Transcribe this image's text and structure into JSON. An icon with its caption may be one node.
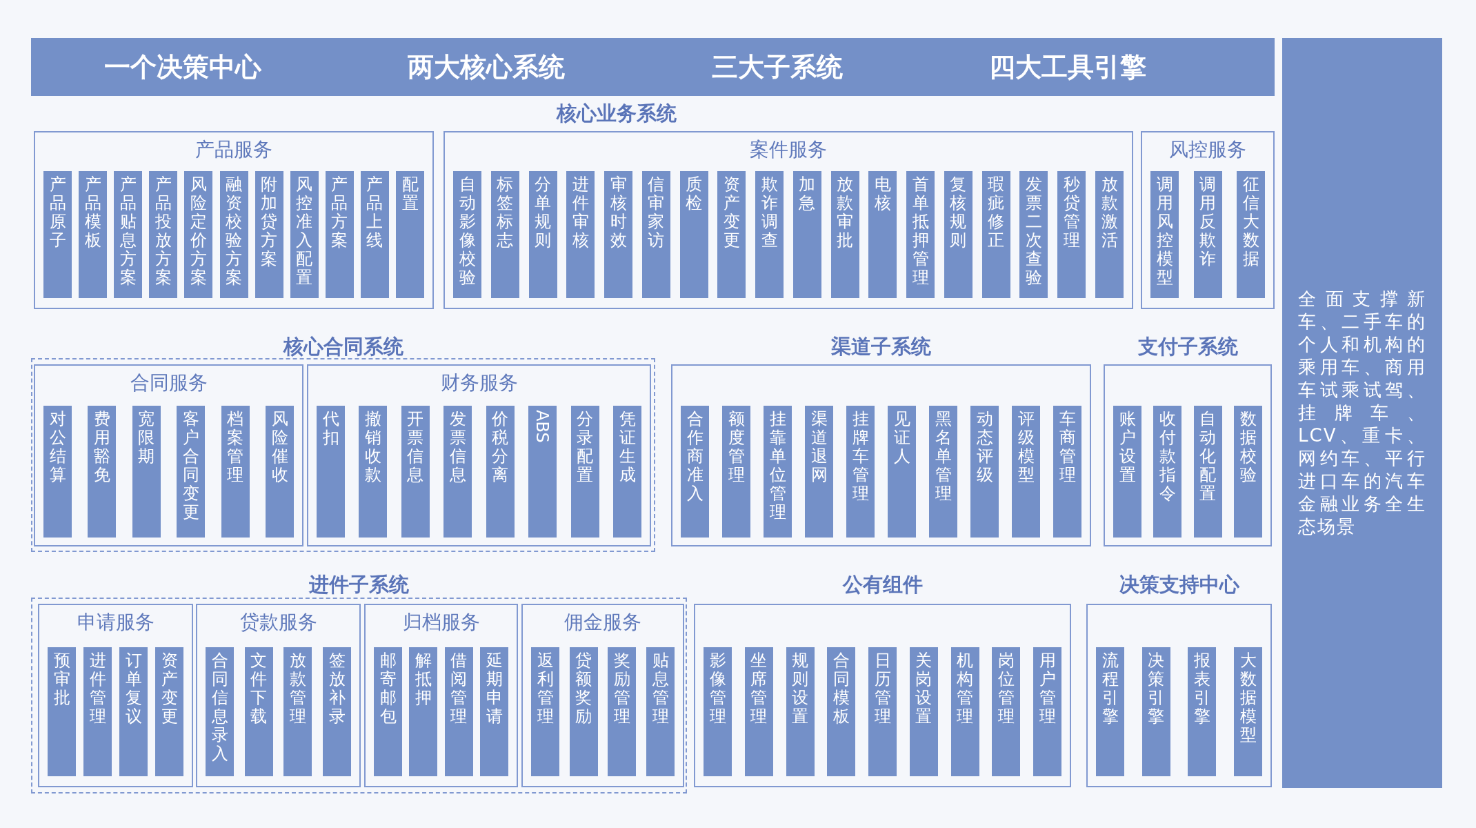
{
  "diagram": {
    "nodes": [
      {
        "text": [
          "一个决策中心",
          "两大核心系统",
          "三大子系统",
          "四大工具引擎"
        ]
      },
      {
        "text": [
          "产品服务"
        ]
      },
      {
        "text": [
          "产品原子"
        ],
        "in": 1
      },
      {
        "text": [
          "产品模板"
        ],
        "in": 1
      },
      {
        "text": [
          "产品贴息方案"
        ],
        "in": 1
      },
      {
        "text": [
          "产品投放方案"
        ],
        "in": 1
      },
      {
        "text": [
          "风险定价方案"
        ],
        "in": 1
      },
      {
        "text": [
          "融资校验方案"
        ],
        "in": 1
      },
      {
        "text": [
          "附加贷方案"
        ],
        "in": 1
      },
      {
        "text": [
          "风控准入配置"
        ],
        "in": 1
      },
      {
        "text": [
          "产品方案"
        ],
        "in": 1
      },
      {
        "text": [
          "产品上线"
        ],
        "in": 1
      },
      {
        "text": [
          "配置"
        ],
        "in": 1
      },
      {
        "text": [
          "案件服务"
        ]
      },
      {
        "text": [
          "自动影像校验"
        ],
        "in": 13
      },
      {
        "text": [
          "标签标志"
        ],
        "in": 13
      },
      {
        "text": [
          "分单规则"
        ],
        "in": 13
      },
      {
        "text": [
          "进件审核"
        ],
        "in": 13
      },
      {
        "text": [
          "审核时效"
        ],
        "in": 13
      },
      {
        "text": [
          "信审家访"
        ],
        "in": 13
      },
      {
        "text": [
          "质检"
        ],
        "in": 13
      },
      {
        "text": [
          "资产变更"
        ],
        "in": 13
      },
      {
        "text": [
          "欺诈调查"
        ],
        "in": 13
      },
      {
        "text": [
          "加急"
        ],
        "in": 13
      },
      {
        "text": [
          "放款审批"
        ],
        "in": 13
      },
      {
        "text": [
          "电核"
        ],
        "in": 13
      },
      {
        "text": [
          "首单抵押管理"
        ],
        "in": 13
      },
      {
        "text": [
          "复核规则"
        ],
        "in": 13
      },
      {
        "text": [
          "瑕疵修正"
        ],
        "in": 13
      },
      {
        "text": [
          "发票二次查验"
        ],
        "in": 13
      },
      {
        "text": [
          "秒贷管理"
        ],
        "in": 13
      },
      {
        "text": [
          "放款激活"
        ],
        "in": 13
      },
      {
        "text": [
          "风控服务"
        ]
      },
      {
        "text": [
          "调用风控模型"
        ],
        "in": 32
      },
      {
        "text": [
          "调用反欺诈"
        ],
        "in": 32
      },
      {
        "text": [
          "征信大数据"
        ],
        "in": 32
      },
      {
        "text": [
          "核心合同系统"
        ]
      },
      {
        "text": [
          "合同服务"
        ],
        "in": 36
      },
      {
        "text": [
          "对公结算"
        ],
        "in": 37
      },
      {
        "text": [
          "费用豁免"
        ],
        "in": 37
      },
      {
        "text": [
          "宽限期"
        ],
        "in": 37
      },
      {
        "text": [
          "客户合同变更"
        ],
        "in": 37
      },
      {
        "text": [
          "档案管理"
        ],
        "in": 37
      },
      {
        "text": [
          "风险催收"
        ],
        "in": 37
      },
      {
        "text": [
          "财务服务"
        ],
        "in": 36
      },
      {
        "text": [
          "代扣"
        ],
        "in": 44
      },
      {
        "text": [
          "撤销收款"
        ],
        "in": 44
      },
      {
        "text": [
          "开票信息"
        ],
        "in": 44
      },
      {
        "text": [
          "发票信息"
        ],
        "in": 44
      },
      {
        "text": [
          "价税分离"
        ],
        "in": 44
      },
      {
        "text": [
          "ABS"
        ],
        "in": 44
      },
      {
        "text": [
          "分录配置"
        ],
        "in": 44
      },
      {
        "text": [
          "凭证生成"
        ],
        "in": 44
      },
      {
        "text": [
          "渠道子系统"
        ]
      },
      {
        "text": [
          "合作商准入"
        ],
        "in": 53
      },
      {
        "text": [
          "额度管理"
        ],
        "in": 53
      },
      {
        "text": [
          "挂靠单位管理"
        ],
        "in": 53
      },
      {
        "text": [
          "渠道退网"
        ],
        "in": 53
      },
      {
        "text": [
          "挂牌车管理"
        ],
        "in": 53
      },
      {
        "text": [
          "见证人"
        ],
        "in": 53
      },
      {
        "text": [
          "黑名单管理"
        ],
        "in": 53
      },
      {
        "text": [
          "动态评级"
        ],
        "in": 53
      },
      {
        "text": [
          "评级模型"
        ],
        "in": 53
      },
      {
        "text": [
          "车商管理"
        ],
        "in": 53
      },
      {
        "text": [
          "支付子系统"
        ]
      },
      {
        "text": [
          "账户设置"
        ],
        "in": 64
      },
      {
        "text": [
          "收付款指令"
        ],
        "in": 64
      },
      {
        "text": [
          "自动化配置"
        ],
        "in": 64
      },
      {
        "text": [
          "数据校验"
        ],
        "in": 64
      },
      {
        "text": [
          "进件子系统"
        ]
      },
      {
        "text": [
          "申请服务"
        ],
        "in": 69
      },
      {
        "text": [
          "预审批"
        ],
        "in": 70
      },
      {
        "text": [
          "进件管理"
        ],
        "in": 70
      },
      {
        "text": [
          "订单复议"
        ],
        "in": 70
      },
      {
        "text": [
          "资产变更"
        ],
        "in": 70
      },
      {
        "text": [
          "贷款服务"
        ],
        "in": 69
      },
      {
        "text": [
          "合同信息录入"
        ],
        "in": 75
      },
      {
        "text": [
          "文件下载"
        ],
        "in": 75
      },
      {
        "text": [
          "放款管理"
        ],
        "in": 75
      },
      {
        "text": [
          "签放补录"
        ],
        "in": 75
      },
      {
        "text": [
          "归档服务"
        ],
        "in": 69
      },
      {
        "text": [
          "邮寄邮包"
        ],
        "in": 80
      },
      {
        "text": [
          "解抵押"
        ],
        "in": 80
      },
      {
        "text": [
          "借阅管理"
        ],
        "in": 80
      },
      {
        "text": [
          "延期申请"
        ],
        "in": 80
      },
      {
        "text": [
          "佣金服务"
        ],
        "in": 69
      },
      {
        "text": [
          "返利管理"
        ],
        "in": 85
      },
      {
        "text": [
          "贷额奖励"
        ],
        "in": 85
      },
      {
        "text": [
          "奖励管理"
        ],
        "in": 85
      },
      {
        "text": [
          "贴息管理"
        ],
        "in": 85
      },
      {
        "text": [
          "公有组件"
        ]
      },
      {
        "text": [
          "影像管理"
        ],
        "in": 90
      },
      {
        "text": [
          "坐席管理"
        ],
        "in": 90
      },
      {
        "text": [
          "规则设置"
        ],
        "in": 90
      },
      {
        "text": [
          "合同模板"
        ],
        "in": 90
      },
      {
        "text": [
          "日历管理"
        ],
        "in": 90
      },
      {
        "text": [
          "关岗设置"
        ],
        "in": 90
      },
      {
        "text": [
          "机构管理"
        ],
        "in": 90
      },
      {
        "text": [
          "岗位管理"
        ],
        "in": 90
      },
      {
        "text": [
          "用户管理"
        ],
        "in": 90
      },
      {
        "text": [
          "决策支持中心"
        ]
      },
      {
        "text": [
          "流程引擎"
        ],
        "in": 100
      },
      {
        "text": [
          "决策引擎"
        ],
        "in": 100
      },
      {
        "text": [
          "报表引擎"
        ],
        "in": 100
      },
      {
        "text": [
          "大数据模型"
        ],
        "in": 100
      },
      {
        "text": [
          "全面支撑新车、二手车的个人和机构的乘用车、商用车试乘试驾、挂牌车、LCV、重卡、网约车、平行进口车的汽车金融业务全生态场景"
        ]
      }
    ],
    "labels": [
      "核心业务系统"
    ]
  }
}
